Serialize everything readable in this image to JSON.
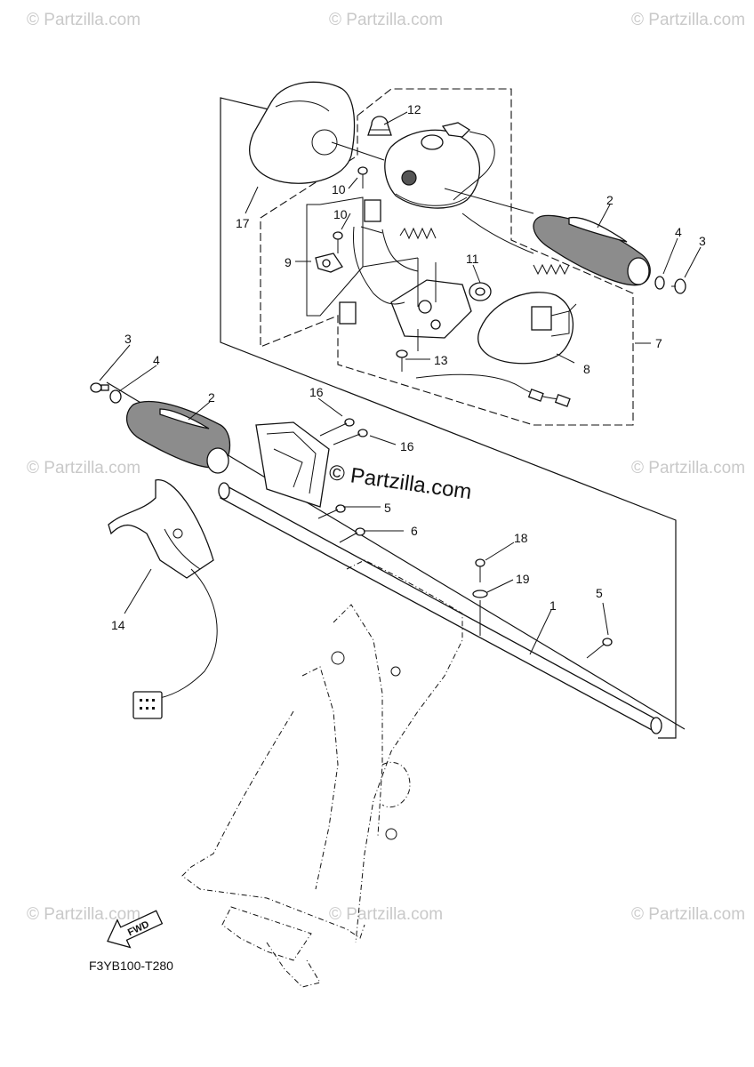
{
  "watermarks": {
    "corner": "© Partzilla.com",
    "center": "© Partzilla.com"
  },
  "diagram_code": "F3YB100-T280",
  "fwd_arrow_label": "FWD",
  "callouts": {
    "c12": "12",
    "c10a": "10",
    "c10b": "10",
    "c9": "9",
    "c17": "17",
    "c2a": "2",
    "c4a": "4",
    "c3a": "3",
    "c11": "11",
    "c7": "7",
    "c8": "8",
    "c13": "13",
    "c3b": "3",
    "c4b": "4",
    "c2b": "2",
    "c16a": "16",
    "c16b": "16",
    "c5a": "5",
    "c6": "6",
    "c18": "18",
    "c19": "19",
    "c1": "1",
    "c5b": "5",
    "c14": "14"
  },
  "colors": {
    "line": "#111111",
    "grip": "#8c8c8c",
    "watermark": "#c9c9c9"
  }
}
